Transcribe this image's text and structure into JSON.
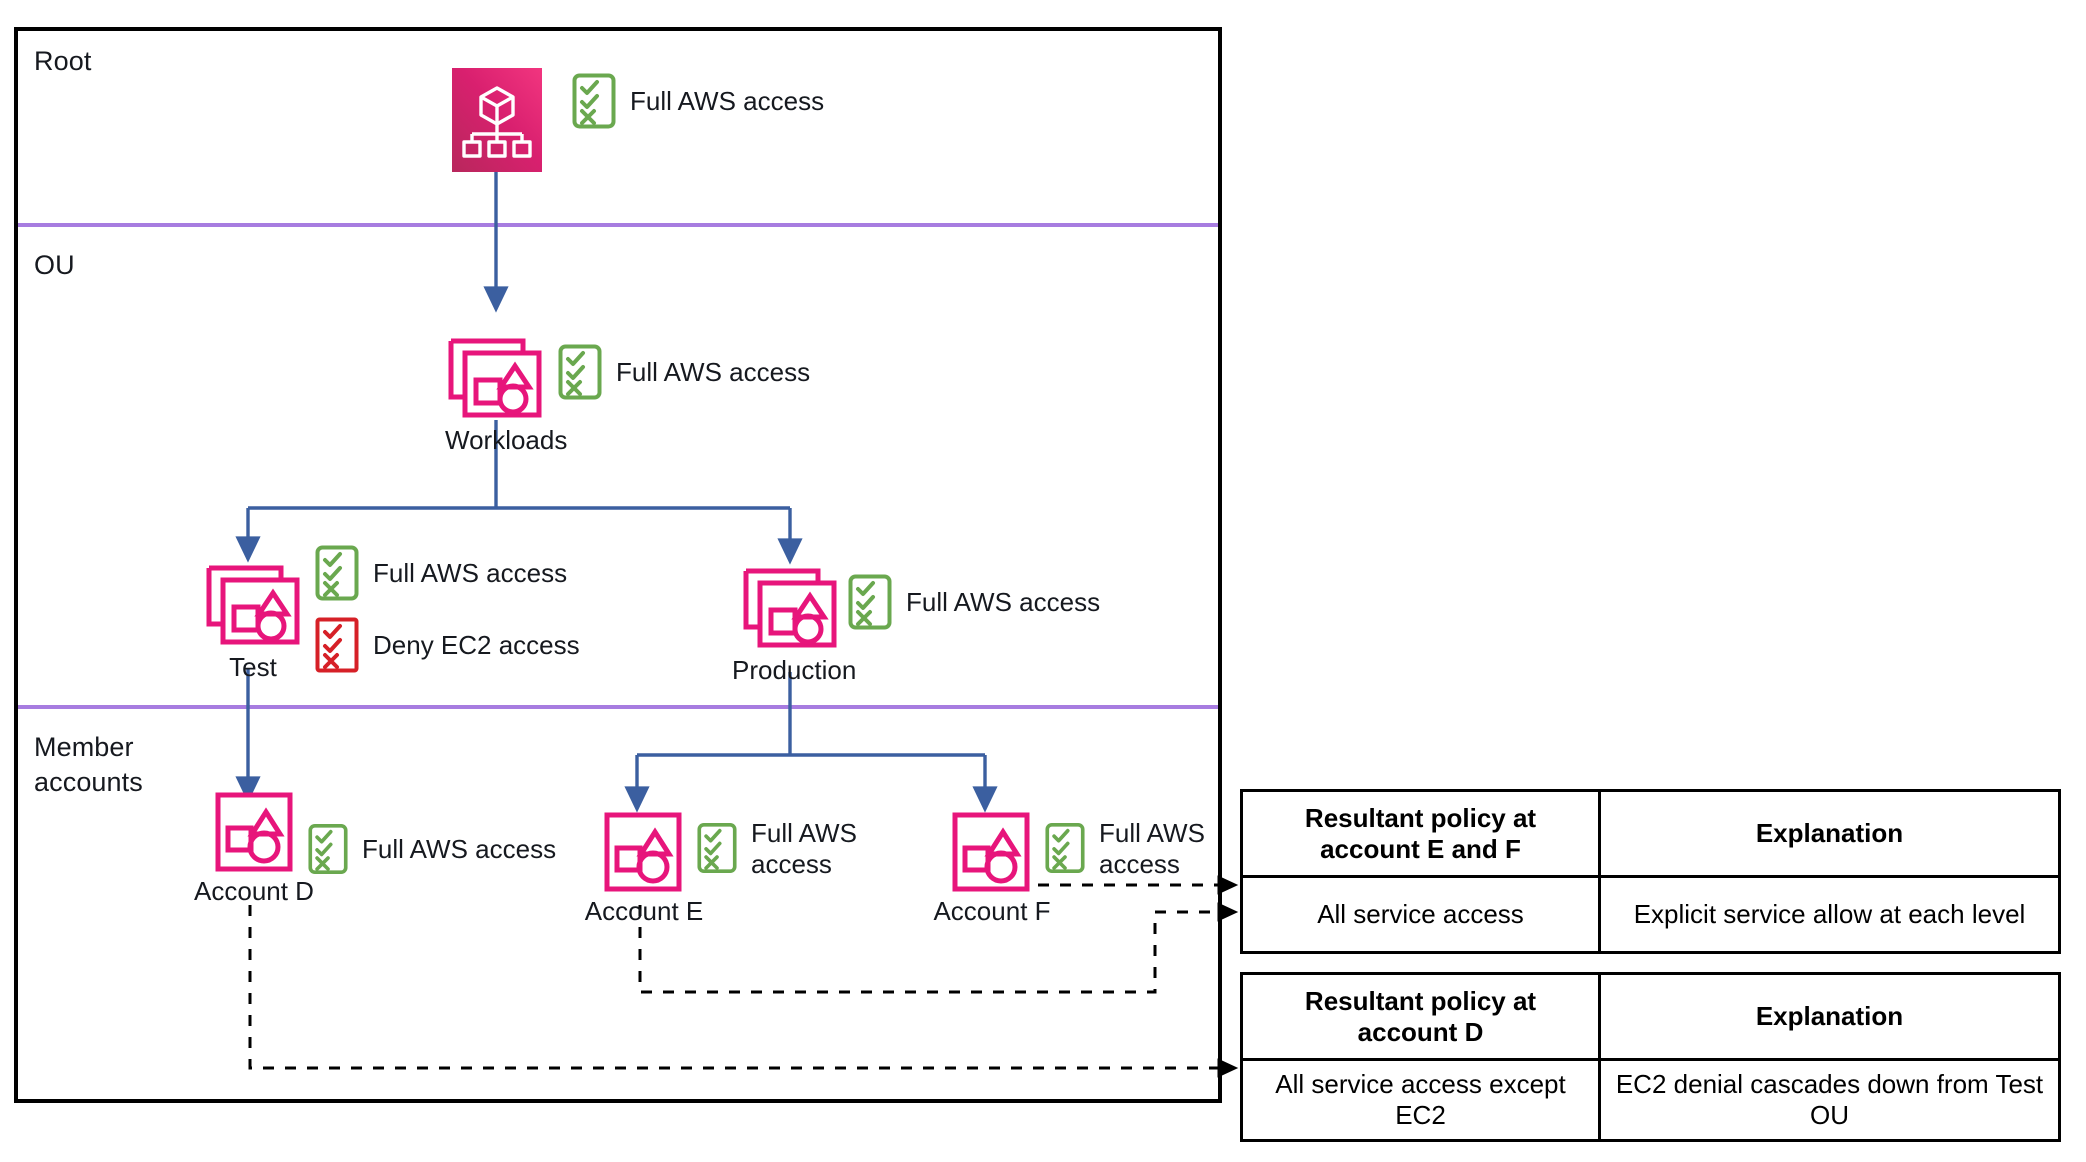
{
  "diagram": {
    "title": "AWS Organizations service control policy inheritance",
    "colors": {
      "aws_pink": "#e7157b",
      "aws_pink_dark": "#c4255f",
      "lane_divider_purple": "#a77ce0",
      "connector_blue": "#3b5fa0",
      "allow_green": "#6aa84f",
      "deny_red": "#d62027",
      "frame_black": "#000000"
    },
    "lanes": [
      {
        "id": "root",
        "label": "Root"
      },
      {
        "id": "ou",
        "label": "OU"
      },
      {
        "id": "member",
        "label": "Member\naccounts"
      }
    ],
    "nodes": [
      {
        "id": "organization-root",
        "icon": "aws-organizations-icon",
        "caption": "",
        "lane": "root",
        "policies": [
          {
            "type": "allow",
            "label": "Full AWS access"
          }
        ]
      },
      {
        "id": "ou-workloads",
        "icon": "organizational-unit-icon",
        "caption": "Workloads",
        "lane": "ou",
        "policies": [
          {
            "type": "allow",
            "label": "Full AWS access"
          }
        ]
      },
      {
        "id": "ou-test",
        "icon": "organizational-unit-icon",
        "caption": "Test",
        "lane": "ou",
        "policies": [
          {
            "type": "allow",
            "label": "Full AWS access"
          },
          {
            "type": "deny",
            "label": "Deny EC2 access"
          }
        ]
      },
      {
        "id": "ou-production",
        "icon": "organizational-unit-icon",
        "caption": "Production",
        "lane": "ou",
        "policies": [
          {
            "type": "allow",
            "label": "Full AWS access"
          }
        ]
      },
      {
        "id": "account-d",
        "icon": "aws-account-icon",
        "caption": "Account D",
        "lane": "member",
        "policies": [
          {
            "type": "allow",
            "label": "Full AWS access"
          }
        ]
      },
      {
        "id": "account-e",
        "icon": "aws-account-icon",
        "caption": "Account E",
        "lane": "member",
        "policies": [
          {
            "type": "allow",
            "label": "Full AWS\naccess"
          }
        ]
      },
      {
        "id": "account-f",
        "icon": "aws-account-icon",
        "caption": "Account F",
        "lane": "member",
        "policies": [
          {
            "type": "allow",
            "label": "Full AWS\naccess"
          }
        ]
      }
    ]
  },
  "tables": [
    {
      "id": "resultant-policy-ef",
      "headers": [
        "Resultant policy at account E and F",
        "Explanation"
      ],
      "rows": [
        [
          "All service access",
          "Explicit service allow at each level"
        ]
      ]
    },
    {
      "id": "resultant-policy-d",
      "headers": [
        "Resultant policy at account D",
        "Explanation"
      ],
      "rows": [
        [
          "All service access except EC2",
          "EC2 denial cascades down from Test OU"
        ]
      ]
    }
  ]
}
